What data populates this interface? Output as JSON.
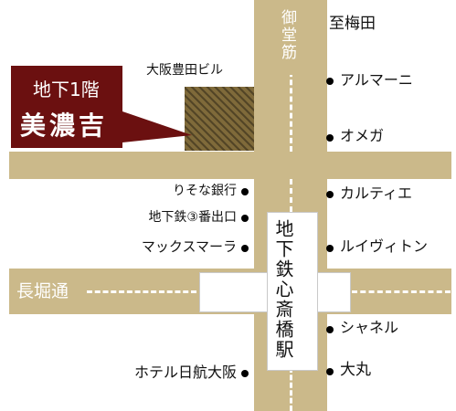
{
  "map": {
    "colors": {
      "road": "#cbb98a",
      "plaza": "#ffffff",
      "dash": "#ffffff",
      "building": "#7f6a3a",
      "callout": "#6b1010",
      "callout_text": "#ffffff",
      "dot": "#000000"
    },
    "direction_label": "至梅田",
    "callout": {
      "floor": "地下1階",
      "shop": "美濃吉"
    },
    "building_label": "大阪豊田ビル",
    "streets": {
      "vertical": "御堂筋",
      "horizontal": "長堀通"
    },
    "station": "地下鉄心斎橋駅",
    "landmarks_left": [
      "りそな銀行",
      "地下鉄③番出口",
      "マックスマーラ",
      "ホテル日航大阪"
    ],
    "landmarks_right": [
      "アルマーニ",
      "オメガ",
      "カルティエ",
      "ルイヴィトン",
      "シャネル",
      "大丸"
    ]
  }
}
